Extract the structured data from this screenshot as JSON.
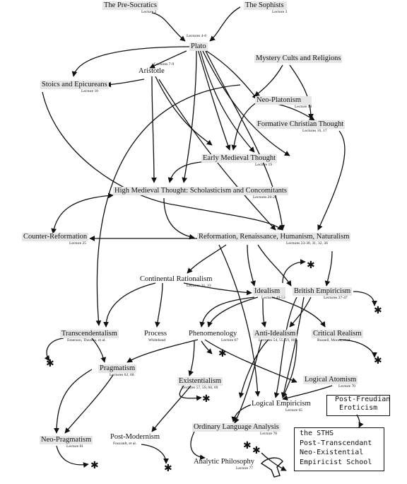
{
  "nodes": {
    "presocratics": {
      "label": "The Pre-Socratics",
      "lecture": "Lecture 2"
    },
    "sophists": {
      "label": "The Sophists",
      "lecture": "Lecture 3"
    },
    "plato": {
      "label": "Plato",
      "lecture": "Lectures 4-6"
    },
    "mystery": {
      "label": "Mystery Cults and Religions",
      "lecture": ""
    },
    "aristotle": {
      "label": "Aristotle",
      "lecture": "Lectures 7-9"
    },
    "stoics": {
      "label": "Stoics and Epicureans",
      "lecture": "Lecture 10"
    },
    "neoplatonism": {
      "label": "Neo-Platonism",
      "lecture": "Lecture 18"
    },
    "christian": {
      "label": "Formative Christian Thought",
      "lecture": "Lectures 16, 17"
    },
    "earlymedieval": {
      "label": "Early Medieval Thought",
      "lecture": "Lecture 19"
    },
    "highmedieval": {
      "label": "High Medieval Thought: Scholasticism and Concomitants",
      "lecture": "Lectures 20-22"
    },
    "counterref": {
      "label": "Counter-Reformation",
      "lecture": "Lecture 25"
    },
    "reformation": {
      "label": "Reformation, Renaissance, Humanism, Naturalism",
      "lecture": "Lectures 23-30, 31, 32, 36"
    },
    "continental": {
      "label": "Continental Rationalism",
      "lecture": "Lectures 31, 33"
    },
    "idealism": {
      "label": "Idealism",
      "lecture": "Lectures 49-53"
    },
    "british": {
      "label": "British Empiricism",
      "lecture": "Lectures 37-47"
    },
    "transcendentalism": {
      "label": "Transcendentalism",
      "lecture": "Emerson, Thoreau, et al."
    },
    "process": {
      "label": "Process",
      "lecture": "Whitehead"
    },
    "phenomenology": {
      "label": "Phenomenology",
      "lecture": "Lecture 67"
    },
    "antiidealism": {
      "label": "Anti-Idealism",
      "lecture": "Lectures 54, 55, 59, 60"
    },
    "criticalrealism": {
      "label": "Critical Realism",
      "lecture": "Russell, Moore, et al."
    },
    "pragmatism": {
      "label": "Pragmatism",
      "lecture": "Lectures 62, 68"
    },
    "logicalatomism": {
      "label": "Logical Atomism",
      "lecture": "Lecture 70"
    },
    "existentialism": {
      "label": "Existentialism",
      "lecture": "Lectures 57, 59, 60, 69"
    },
    "logicalempiricism": {
      "label": "Logical Empiricism",
      "lecture": "Lecture 65"
    },
    "ordinarylanguage": {
      "label": "Ordinary Language Analysis",
      "lecture": "Lecture 70"
    },
    "neopragmatism": {
      "label": "Neo-Pragmatism",
      "lecture": "Lecture 81"
    },
    "postmodernism": {
      "label": "Post-Modernism",
      "lecture": "Foucault, et al."
    },
    "analytic": {
      "label": "Analytic Philosophy",
      "lecture": "Lecture 77"
    }
  },
  "handwritten": {
    "freudian": [
      "Post-Freudian",
      "Eroticism"
    ],
    "school": [
      "the STHS",
      "Post-Transcendant",
      "Neo-Existential",
      "Empiricist School"
    ]
  },
  "star_glyph": "✱"
}
